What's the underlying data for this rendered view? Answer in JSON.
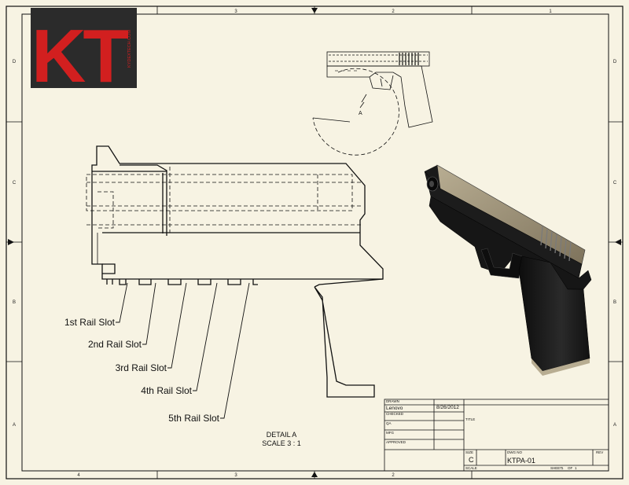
{
  "logo": {
    "text": "KT",
    "site": "KYDEXTECH.COM",
    "bg": "#2b2b2b",
    "red": "#d21f1f"
  },
  "zones": {
    "top": [
      "4",
      "3",
      "2",
      "1"
    ],
    "side": [
      "D",
      "C",
      "B",
      "A"
    ]
  },
  "detail_marker": "A",
  "callouts": [
    "1st Rail Slot",
    "2nd Rail Slot",
    "3rd Rail Slot",
    "4th Rail Slot",
    "5th Rail Slot"
  ],
  "detail_label": {
    "title": "DETAIL  A",
    "scale": "SCALE 3 : 1"
  },
  "title_block": {
    "drawn_label": "DRAWN",
    "drawn_by": "Lenovo",
    "drawn_date": "8/26/2012",
    "checked_label": "CHECKED",
    "title_label": "TITLE",
    "qa_label": "QA",
    "mfg_label": "MFG",
    "approved_label": "APPROVED",
    "size_label": "SIZE",
    "size_value": "C",
    "dwg_no_label": "DWG NO",
    "dwg_no_value": "KTPA-01",
    "rev_label": "REV",
    "scale_label": "SCALE",
    "sheet_label": "SHEET",
    "sheet_value": "1",
    "of_label": "OF",
    "of_value": "1"
  },
  "colors": {
    "paper": "#f7f3e3",
    "line": "#111111",
    "gun_body": "#1c1c1c",
    "gun_slide": "#9c9078"
  }
}
